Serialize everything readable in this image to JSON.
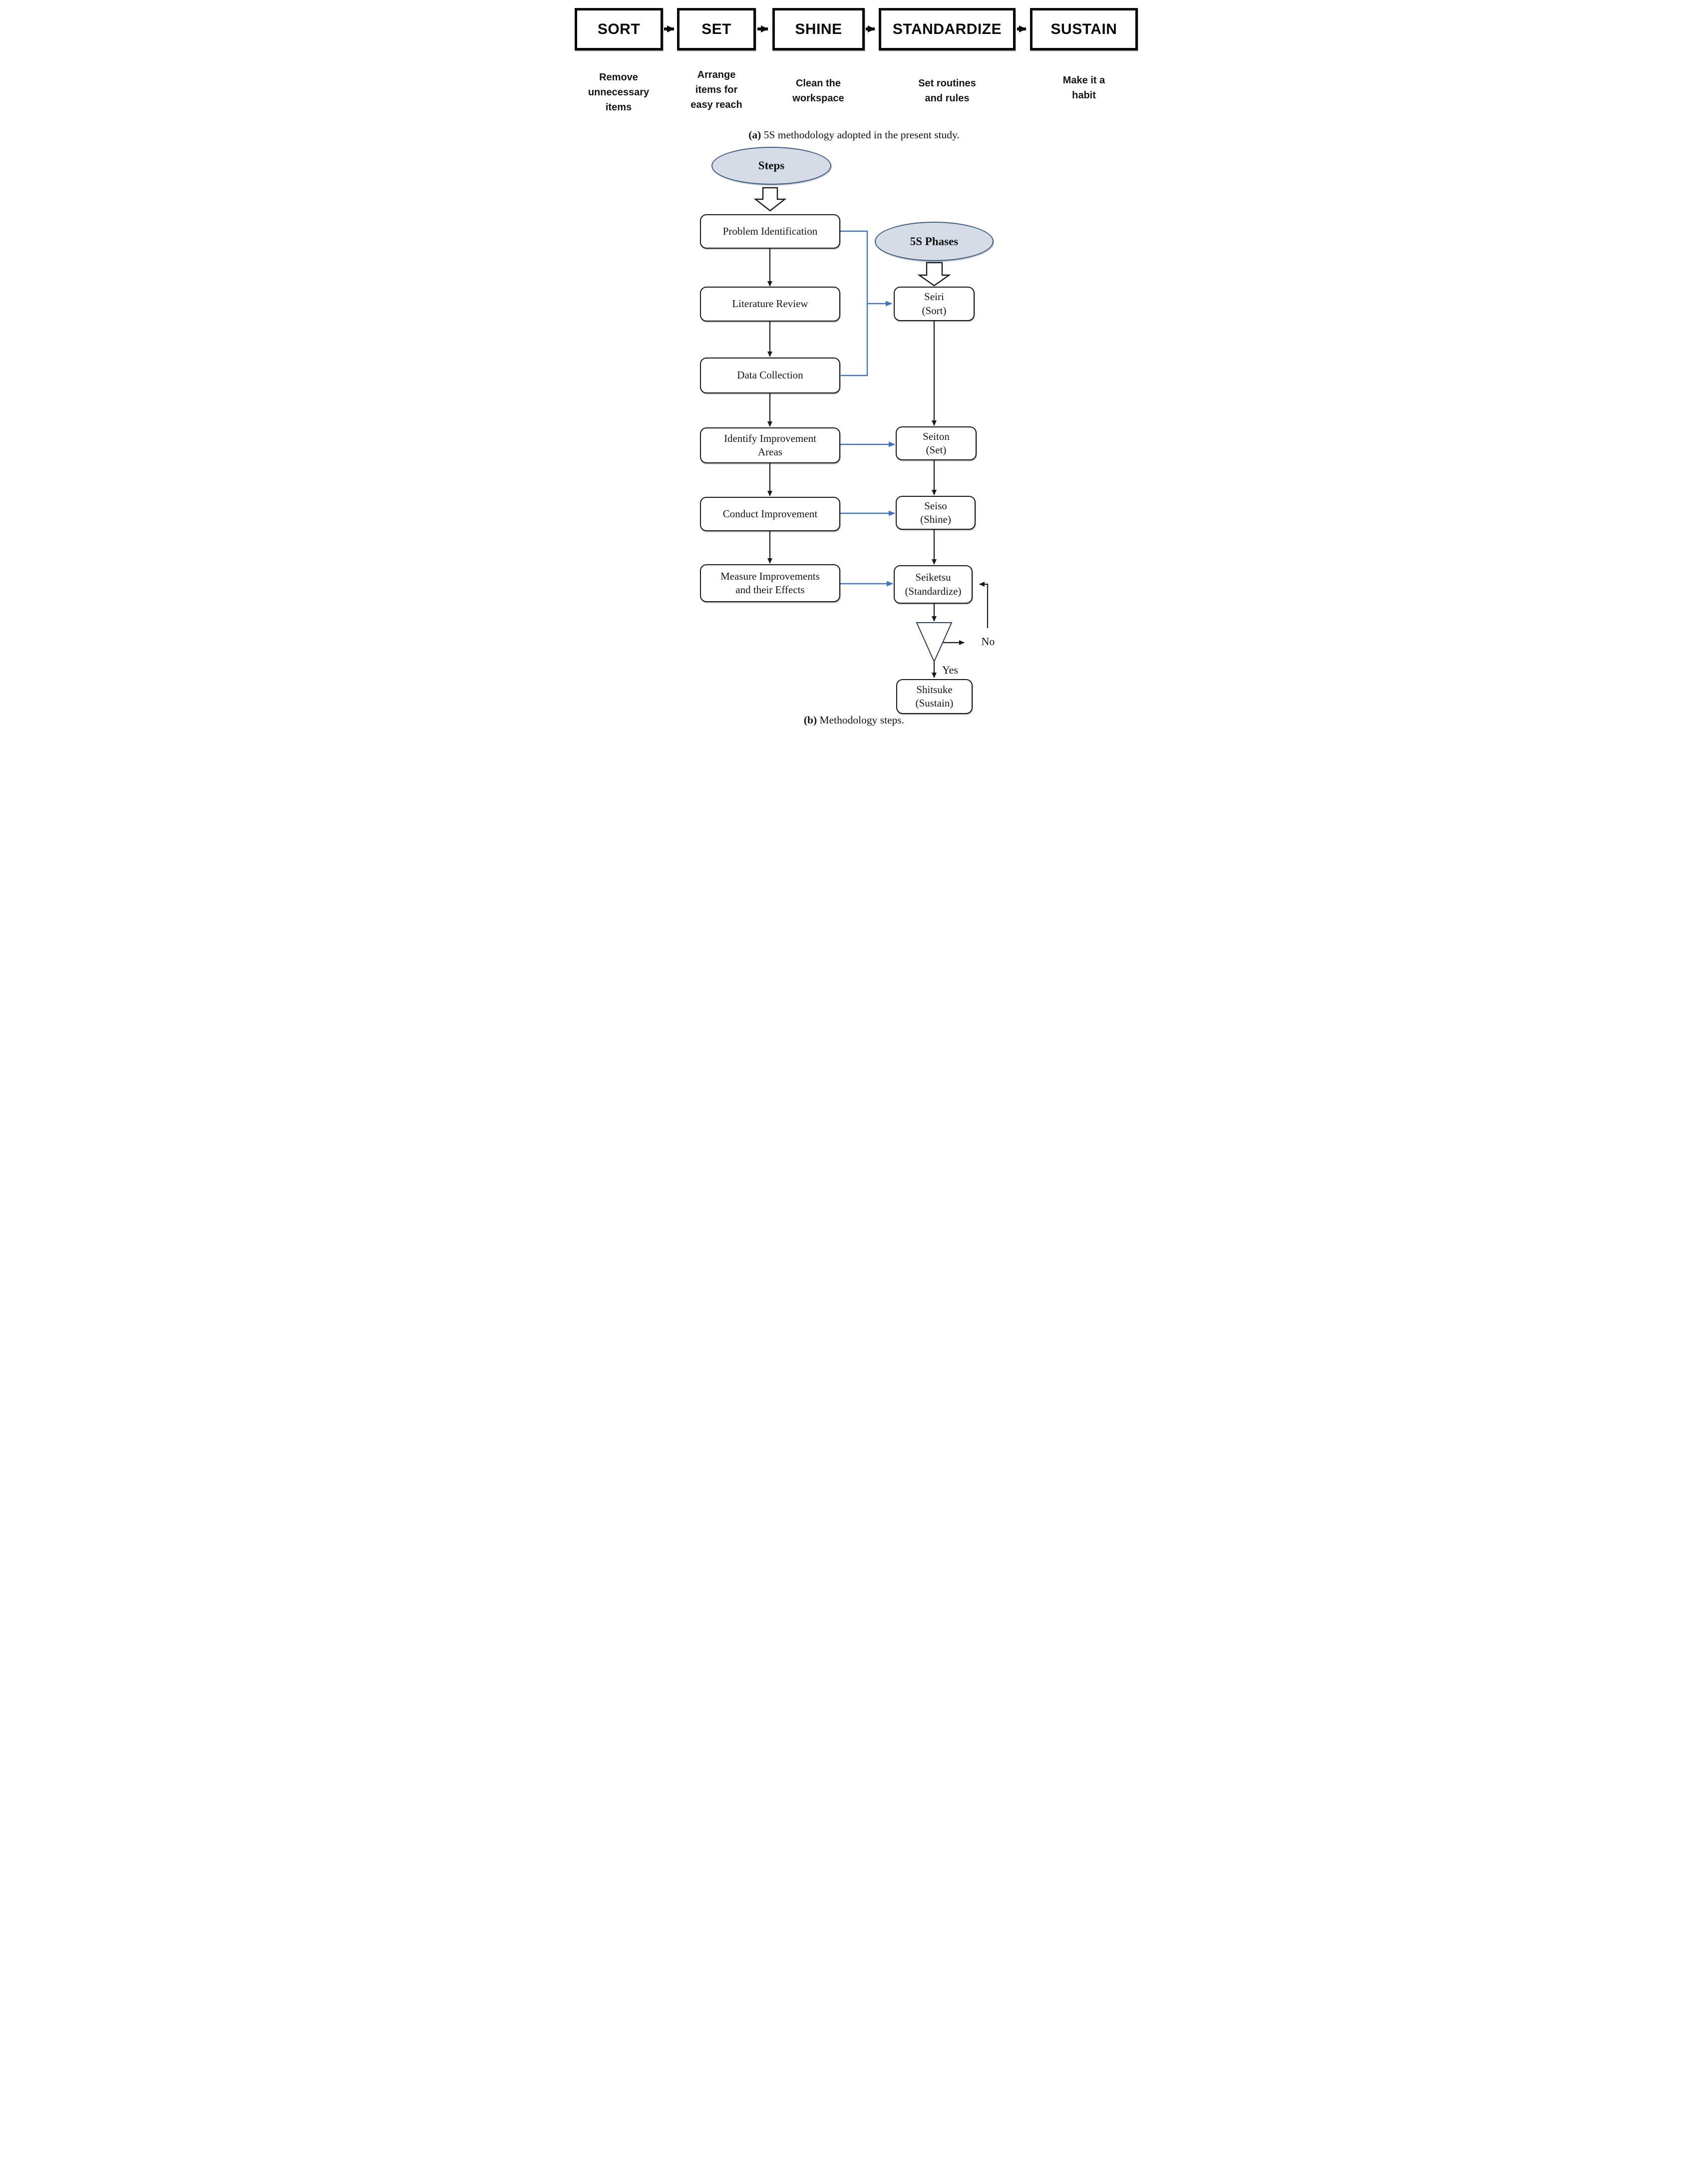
{
  "panel_a": {
    "stages": [
      {
        "label": "SORT",
        "desc": "Remove\nunnecessary\nitems"
      },
      {
        "label": "SET",
        "desc": "Arrange\nitems for\neasy reach"
      },
      {
        "label": "SHINE",
        "desc": "Clean the\nworkspace"
      },
      {
        "label": "STANDARDIZE",
        "desc": "Set routines\nand rules"
      },
      {
        "label": "SUSTAIN",
        "desc": "Make it a\nhabit"
      }
    ],
    "caption_bold": "(a)",
    "caption_text": " 5S methodology adopted in the present study."
  },
  "panel_b": {
    "left_header": "Steps",
    "right_header": "5S Phases",
    "steps": [
      "Problem Identification",
      "Literature Review",
      "Data Collection",
      "Identify Improvement\nAreas",
      "Conduct Improvement",
      "Measure Improvements\nand their Effects"
    ],
    "phases": [
      "Seiri\n(Sort)",
      "Seiton\n(Set)",
      "Seiso\n(Shine)",
      "Seiketsu\n(Standardize)",
      "Shitsuke\n(Sustain)"
    ],
    "no_label": "No",
    "yes_label": "Yes",
    "caption_bold": "(b)",
    "caption_text": " Methodology steps."
  },
  "colors": {
    "flow_blue": "#3e73c0",
    "ellipse_fill": "#d6dce6",
    "ellipse_border": "#3b5a82",
    "line_black": "#1a1a1a"
  }
}
